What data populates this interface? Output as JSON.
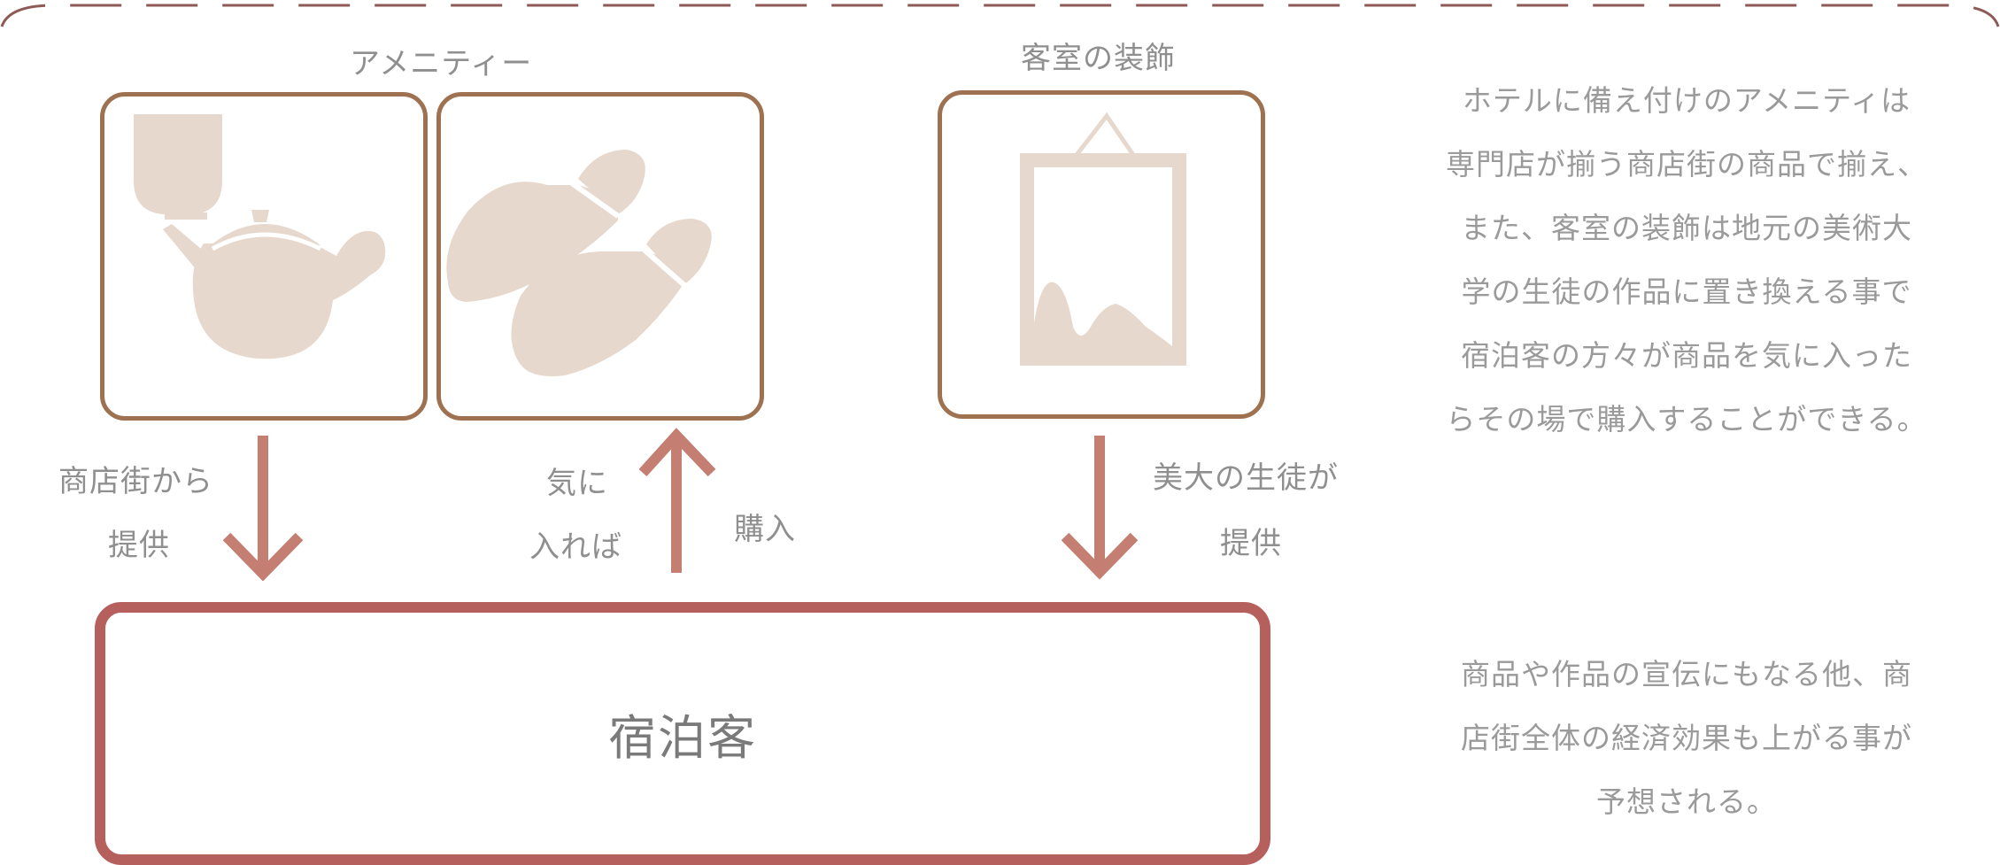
{
  "colors": {
    "frame": "#8e5a55",
    "card_border": "#9e7150",
    "icon_fill": "#e6d8cc",
    "arrow": "#c47f72",
    "guest_border": "#b5605c",
    "text": "#8f8f8f"
  },
  "headers": {
    "amenity": "アメニティー",
    "decor": "客室の装飾"
  },
  "icons": {
    "tea_set": "teapot-and-cup-icon",
    "slippers": "slippers-icon",
    "artwork": "framed-picture-icon"
  },
  "arrows": {
    "left": {
      "line1": "商店街から",
      "line2": "提供"
    },
    "middle": {
      "line1": "気に",
      "line2": "入れば",
      "side": "購入"
    },
    "right": {
      "line1": "美大の生徒が",
      "line2": "提供"
    }
  },
  "guest": {
    "label": "宿泊客"
  },
  "description": {
    "top": [
      "ホテルに備え付けのアメニティは",
      "専門店が揃う商店街の商品で揃え、",
      "また、客室の装飾は地元の美術大",
      "学の生徒の作品に置き換える事で",
      "宿泊客の方々が商品を気に入った",
      "らその場で購入することができる。"
    ],
    "bottom": [
      "商品や作品の宣伝にもなる他、商",
      "店街全体の経済効果も上がる事が",
      "予想される。"
    ]
  }
}
